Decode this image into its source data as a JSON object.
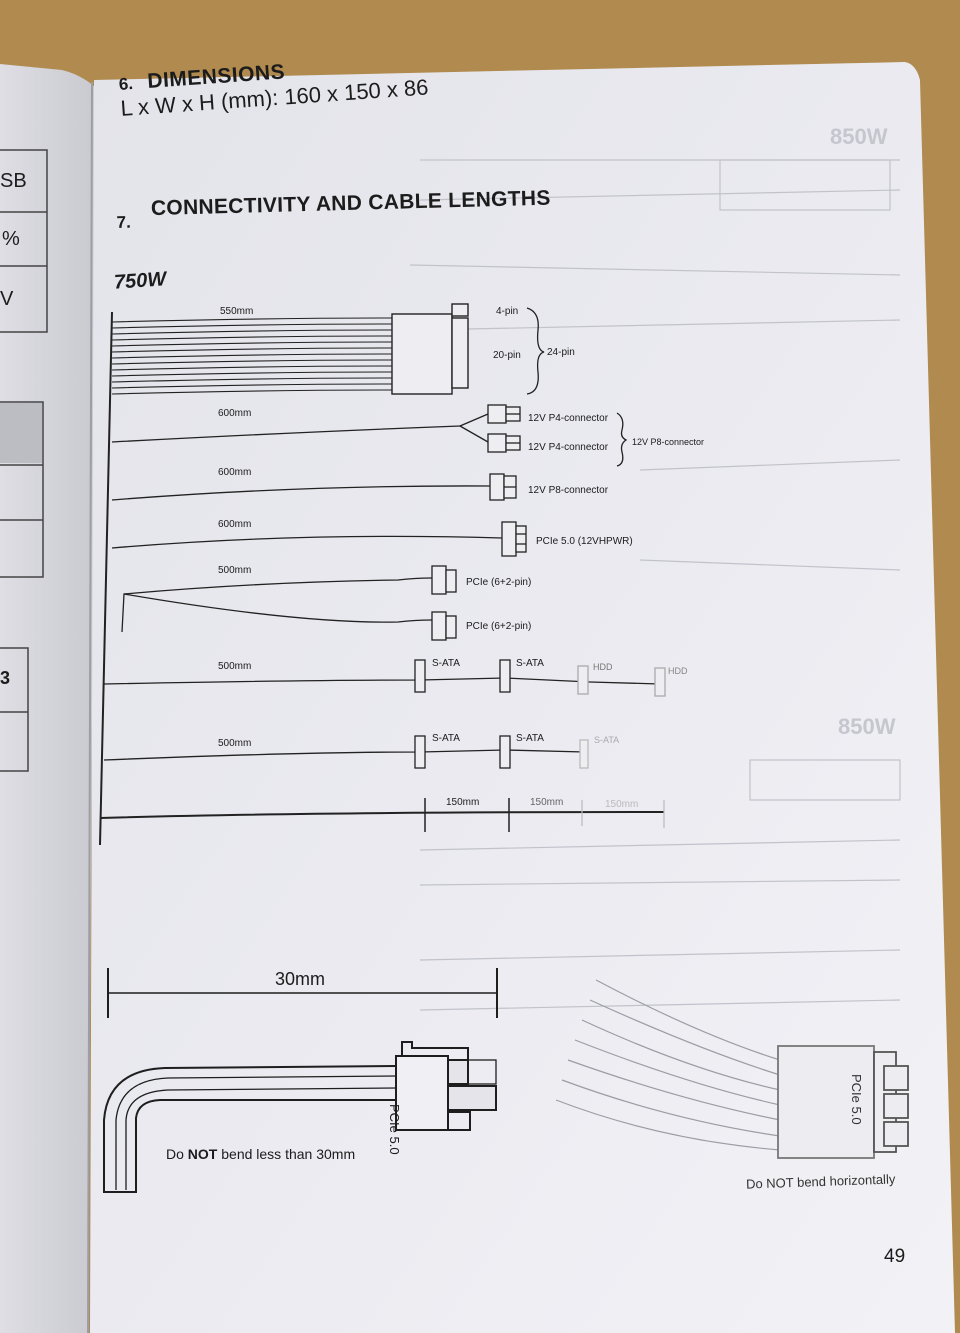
{
  "section6": {
    "number": "6.",
    "title": "DIMENSIONS",
    "dims": "L x W x H (mm): 160 x 150 x 86"
  },
  "section7": {
    "number": "7.",
    "title": "CONNECTIVITY AND CABLE LENGTHS"
  },
  "model": "750W",
  "left_page_fragments": [
    "SB",
    "%",
    "V",
    "3"
  ],
  "cables": [
    {
      "length": "550mm",
      "labels": [
        "4-pin",
        "20-pin",
        "24-pin"
      ]
    },
    {
      "length": "600mm",
      "labels": [
        "12V P4-connector",
        "12V P4-connector",
        "12V P8-connector"
      ]
    },
    {
      "length": "600mm",
      "labels": [
        "12V P8-connector"
      ]
    },
    {
      "length": "600mm",
      "labels": [
        "PCIe 5.0 (12VHPWR)"
      ]
    },
    {
      "length": "500mm",
      "labels": [
        "PCIe (6+2-pin)",
        "PCIe (6+2-pin)"
      ]
    },
    {
      "length": "500mm",
      "labels": [
        "S-ATA",
        "S-ATA",
        "HDD",
        "HDD"
      ]
    },
    {
      "length": "500mm",
      "labels": [
        "S-ATA",
        "S-ATA",
        "S-ATA"
      ]
    }
  ],
  "spacing": [
    "150mm",
    "150mm",
    "150mm"
  ],
  "bend": {
    "distance": "30mm",
    "connector_label": "PCIe 5.0",
    "warning_prefix": "Do ",
    "warning_emph": "NOT",
    "warning_suffix": " bend less than 30mm",
    "right_connector_label": "PCIe 5.0",
    "right_caption": "Do NOT bend horizontally"
  },
  "bleed_through": [
    "850W",
    "850W"
  ],
  "page_number": "49",
  "colors": {
    "paper": "#e9e9ef",
    "ink": "#1c1c1c",
    "desk": "#b08a4e"
  }
}
